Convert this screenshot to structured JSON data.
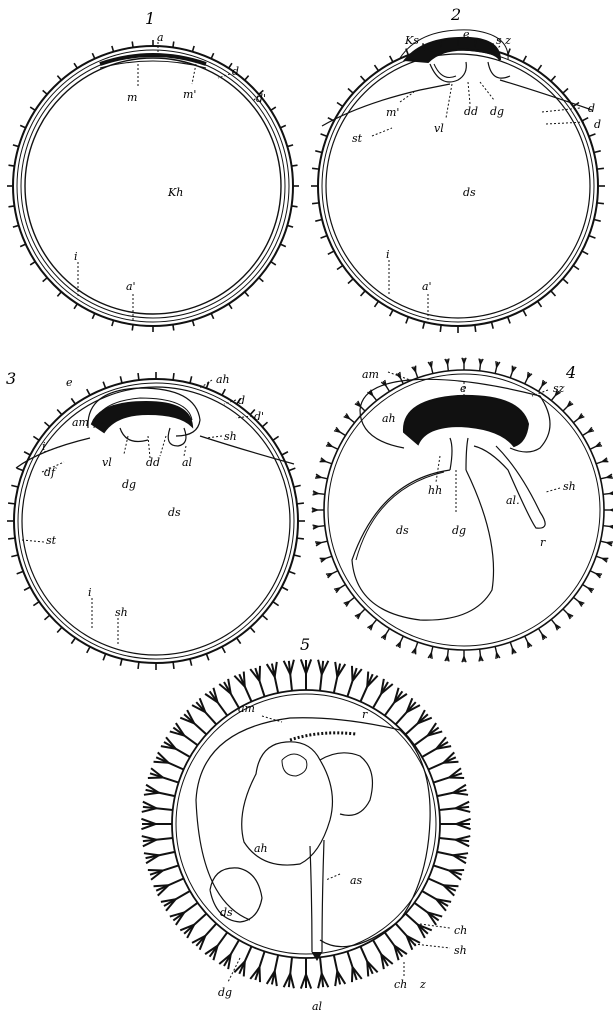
{
  "figures": [
    {
      "number": "1",
      "labels": {
        "a": "a",
        "m": "m",
        "m2": "m'",
        "d": "d",
        "d2": "d'",
        "Kh": "Kh",
        "i": "i",
        "a2": "a'"
      }
    },
    {
      "number": "2",
      "labels": {
        "Ks": "Ks",
        "e": "e",
        "sz": "s z",
        "d": "d",
        "d2": "d",
        "m2": "m'",
        "st": "st",
        "vl": "vl",
        "dd": "dd",
        "dg": "dg",
        "ds": "ds",
        "i": "i",
        "a2": "a'"
      }
    },
    {
      "number": "3",
      "labels": {
        "e": "e",
        "ah": "ah",
        "d": "d",
        "d2": "d'",
        "am": "am",
        "sh": "sh",
        "i": "i",
        "df": "df",
        "vl": "vl",
        "dd": "dd",
        "al": "al",
        "dg": "dg",
        "ds": "ds",
        "st": "st",
        "i2": "i",
        "sh2": "sh"
      }
    },
    {
      "number": "4",
      "labels": {
        "am": "am",
        "e": "e",
        "sz": "sz",
        "ah": "ah",
        "hh": "hh",
        "al": "al.",
        "sh": "sh",
        "ds": "ds",
        "dg": "dg",
        "r": "r"
      }
    },
    {
      "number": "5",
      "labels": {
        "am": "am",
        "r": "r",
        "ah": "ah",
        "as": "as",
        "ds": "ds",
        "ch": "ch",
        "sh": "sh",
        "dg": "dg",
        "ch2": "ch",
        "z": "z",
        "al": "al"
      }
    }
  ]
}
